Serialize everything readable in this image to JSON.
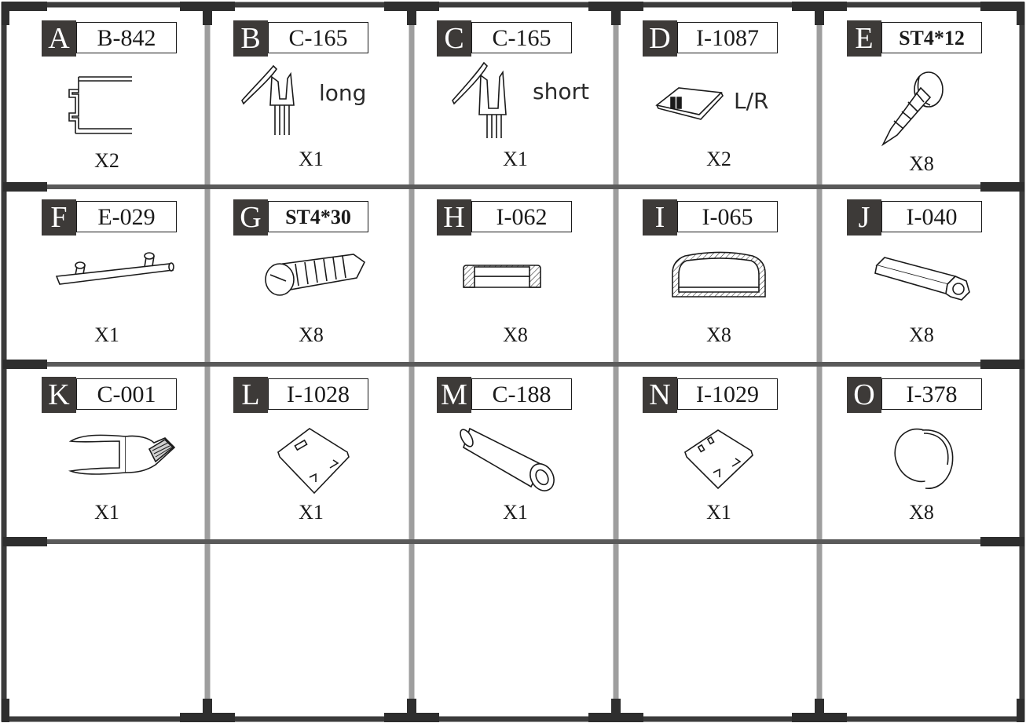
{
  "parts": [
    {
      "letter": "A",
      "code": "B-842",
      "qty": "X2",
      "note": "",
      "icon": "aluminium-profile-icon"
    },
    {
      "letter": "B",
      "code": "C-165",
      "qty": "X1",
      "note": "long",
      "icon": "seal-strip-long-icon"
    },
    {
      "letter": "C",
      "code": "C-165",
      "qty": "X1",
      "note": "short",
      "icon": "seal-strip-short-icon"
    },
    {
      "letter": "D",
      "code": "I-1087",
      "qty": "X2",
      "note": "L/R",
      "icon": "clip-plate-icon"
    },
    {
      "letter": "E",
      "code": "ST4*12",
      "qty": "X8",
      "note": "",
      "icon": "short-screw-icon"
    },
    {
      "letter": "F",
      "code": "E-029",
      "qty": "X1",
      "note": "",
      "icon": "handle-bar-icon"
    },
    {
      "letter": "G",
      "code": "ST4*30",
      "qty": "X8",
      "note": "",
      "icon": "long-screw-icon"
    },
    {
      "letter": "H",
      "code": "I-062",
      "qty": "X8",
      "note": "",
      "icon": "small-cap-section-icon"
    },
    {
      "letter": "I",
      "code": "I-065",
      "qty": "X8",
      "note": "",
      "icon": "large-cap-section-icon"
    },
    {
      "letter": "J",
      "code": "I-040",
      "qty": "X8",
      "note": "",
      "icon": "hex-spacer-icon"
    },
    {
      "letter": "K",
      "code": "C-001",
      "qty": "X1",
      "note": "",
      "icon": "magnetic-seal-profile-icon"
    },
    {
      "letter": "L",
      "code": "I-1028",
      "qty": "X1",
      "note": "",
      "icon": "square-plate-icon"
    },
    {
      "letter": "M",
      "code": "C-188",
      "qty": "X1",
      "note": "",
      "icon": "tube-icon"
    },
    {
      "letter": "N",
      "code": "I-1029",
      "qty": "X1",
      "note": "",
      "icon": "square-plate-small-icon"
    },
    {
      "letter": "O",
      "code": "I-378",
      "qty": "X8",
      "note": "",
      "icon": "round-cap-icon"
    }
  ],
  "colors": {
    "frame": "#3b3b3b",
    "divider": "#9e9e9e",
    "label_bg": "#3d3a38"
  }
}
